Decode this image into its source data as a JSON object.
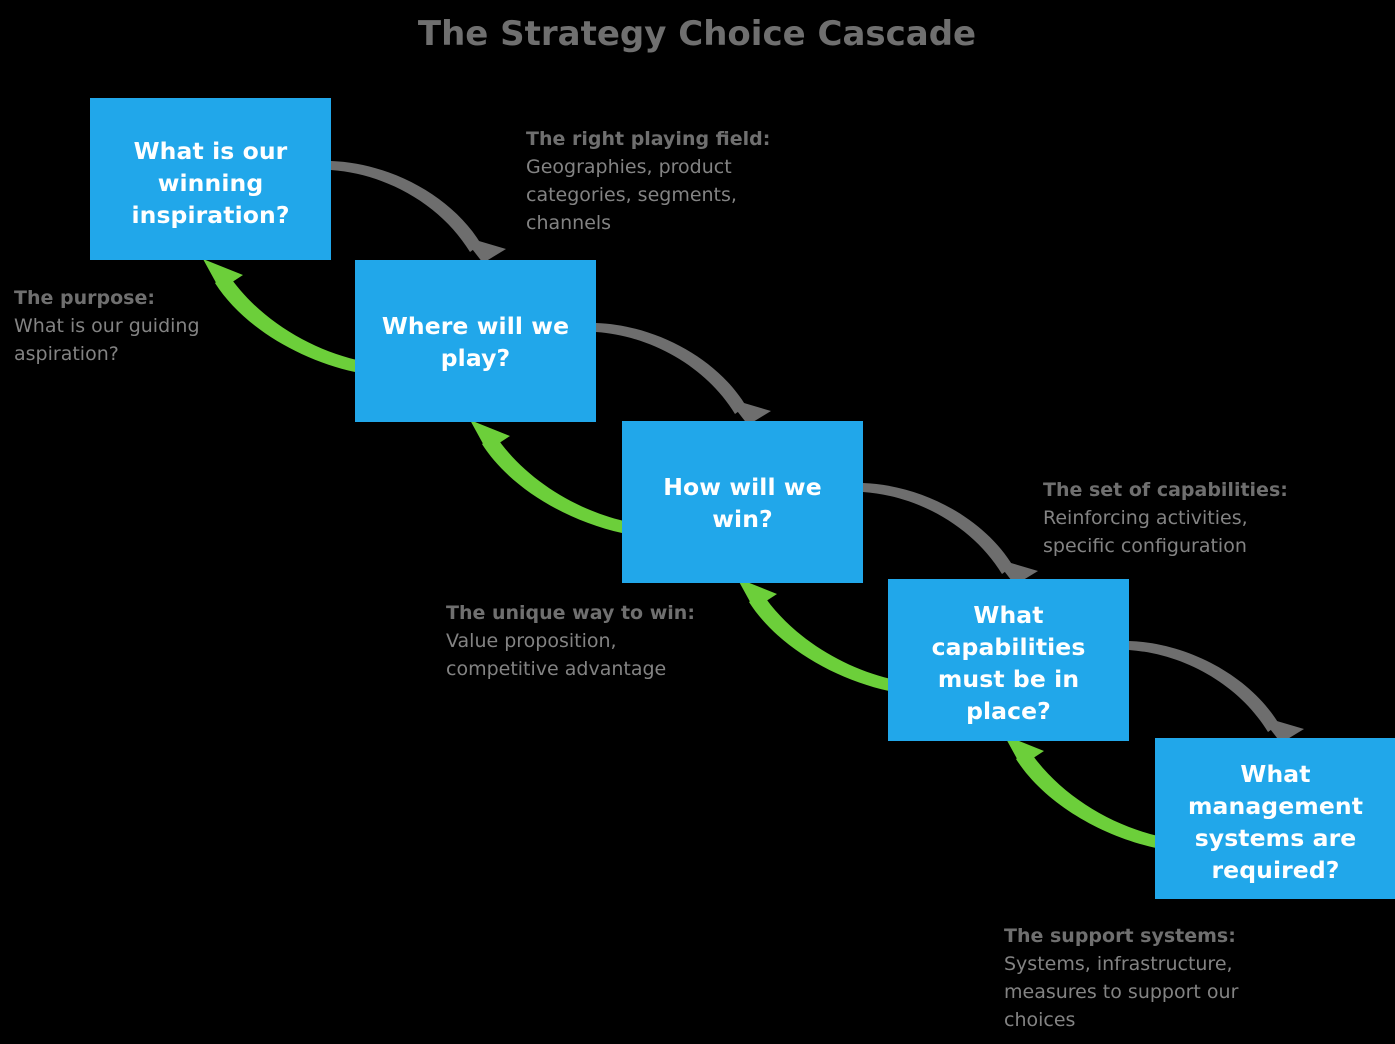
{
  "diagram": {
    "title": "The Strategy Choice Cascade",
    "background_color": "#000000",
    "box_color": "#21a7ea",
    "box_text_color": "#ffffff",
    "down_arrow_color": "#6e6e6e",
    "up_arrow_color": "#6ccf3a",
    "annotation_heading_color": "#6f6f6f",
    "annotation_body_color": "#838383",
    "boxes": [
      {
        "id": "winning-aspiration",
        "lines": [
          "What is our",
          "winning",
          "inspiration?"
        ]
      },
      {
        "id": "where-to-play",
        "lines": [
          "Where will we",
          "play?"
        ]
      },
      {
        "id": "how-to-win",
        "lines": [
          "How will we",
          "win?"
        ]
      },
      {
        "id": "capabilities",
        "lines": [
          "What",
          "capabilities",
          "must be in",
          "place?"
        ]
      },
      {
        "id": "management-systems",
        "lines": [
          "What",
          "management",
          "systems are",
          "required?"
        ]
      }
    ],
    "annotations": [
      {
        "id": "purpose",
        "heading": "The purpose:",
        "lines": [
          "What is our guiding",
          "aspiration?"
        ]
      },
      {
        "id": "playing-field",
        "heading": "The right playing field:",
        "lines": [
          "Geographies, product",
          "categories, segments,",
          "channels"
        ]
      },
      {
        "id": "unique-way-to-win",
        "heading": "The unique way to win:",
        "lines": [
          "Value proposition,",
          "competitive advantage"
        ]
      },
      {
        "id": "set-of-capabilities",
        "heading": "The set of capabilities:",
        "lines": [
          "Reinforcing activities,",
          "specific configuration"
        ]
      },
      {
        "id": "support-systems",
        "heading": "The support systems:",
        "lines": [
          "Systems, infrastructure,",
          "measures to support our",
          "choices"
        ]
      }
    ]
  }
}
